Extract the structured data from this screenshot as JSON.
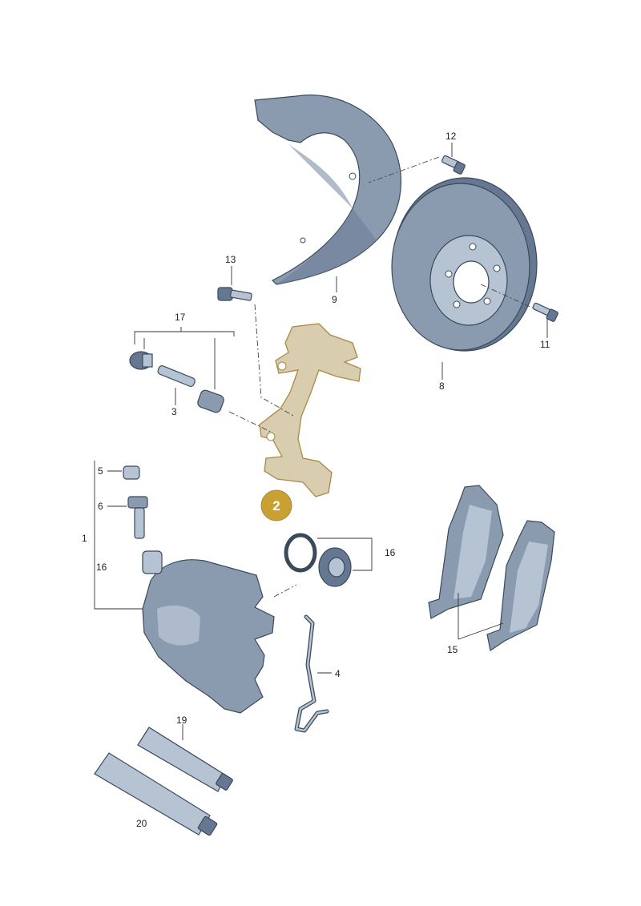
{
  "parts": [
    {
      "id": "1",
      "label": "1"
    },
    {
      "id": "2",
      "label": "2"
    },
    {
      "id": "3",
      "label": "3"
    },
    {
      "id": "4",
      "label": "4"
    },
    {
      "id": "5",
      "label": "5"
    },
    {
      "id": "6",
      "label": "6"
    },
    {
      "id": "8",
      "label": "8"
    },
    {
      "id": "9",
      "label": "9"
    },
    {
      "id": "11",
      "label": "11"
    },
    {
      "id": "12",
      "label": "12"
    },
    {
      "id": "13",
      "label": "13"
    },
    {
      "id": "15",
      "label": "15"
    },
    {
      "id": "16a",
      "label": "16"
    },
    {
      "id": "16b",
      "label": "16"
    },
    {
      "id": "17",
      "label": "17"
    },
    {
      "id": "19",
      "label": "19"
    },
    {
      "id": "20",
      "label": "20"
    }
  ],
  "highlight": {
    "label": "2",
    "color": "#c9a032"
  },
  "colors": {
    "steel": "#8a9bb0",
    "highlight_part": "#d9cdb0"
  }
}
